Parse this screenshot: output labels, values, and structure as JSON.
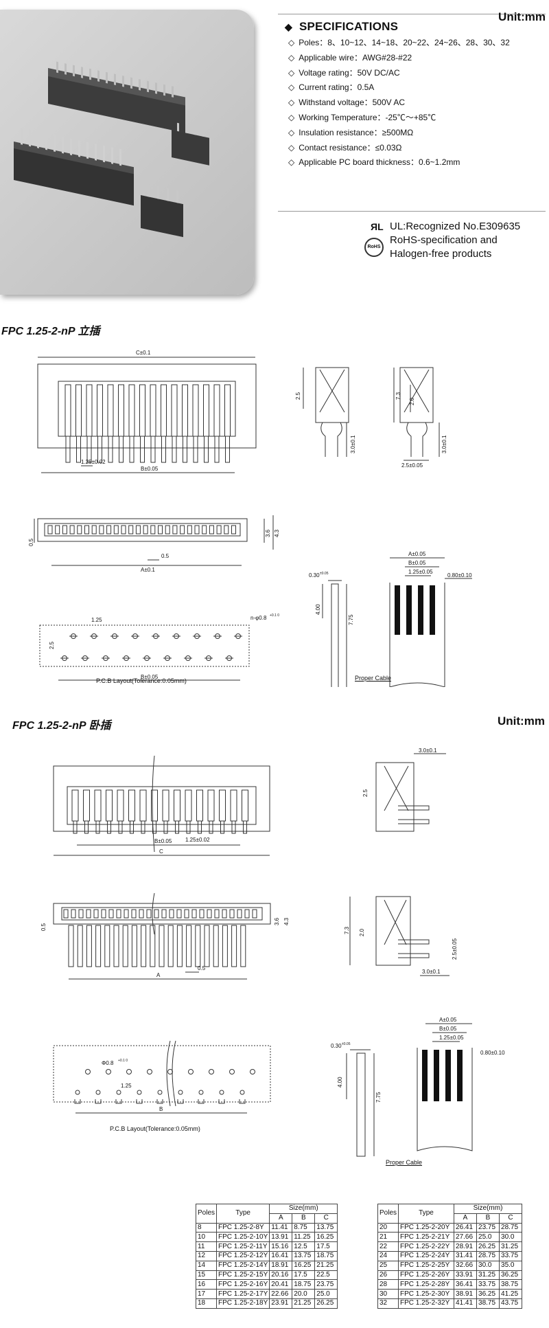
{
  "specs": {
    "title": "SPECIFICATIONS",
    "unit": "Unit:mm",
    "items": [
      "Poles：8、10~12、14~18、20~22、24~26、28、30、32",
      "Applicable wire：AWG#28-#22",
      "Voltage rating：50V DC/AC",
      "Current rating：0.5A",
      "Withstand voltage：500V AC",
      "Working Temperature：-25℃～+85℃",
      "Insulation resistance：≥500MΩ",
      "Contact resistance：≤0.03Ω",
      "Applicable PC board thickness：0.6~1.2mm"
    ]
  },
  "certs": {
    "ul_mark": "ЯL",
    "ul_text": "UL:Recognized No.E309635",
    "rohs_icon_label": "RoHS",
    "rohs_line1": "RoHS-specification and",
    "rohs_line2": "Halogen-free products"
  },
  "section1": {
    "title": "FPC 1.25-2-nP 立插",
    "dims": {
      "c": "C±0.1",
      "pitch": "1.25±0.02",
      "b": "B±0.05",
      "h1": "2.5",
      "h2": "3.0±0.1",
      "h3": "7.3",
      "h4": "2.0",
      "h5": "3.0±0.1",
      "w1": "2.5±0.05",
      "t1": "0.5",
      "t2": "3.6",
      "t3": "4.3",
      "t4": "0.5",
      "a": "A±0.1",
      "pcb_pitch": "1.25",
      "pcb_row": "2.5",
      "pcb_hole": "n-φ0.8",
      "pcb_hole_tol": "+0.1 0",
      "pcb_b": "B±0.05",
      "pcb_caption": "P.C.B Layout(Tolerance:0.05mm)",
      "cable_t": "0.30",
      "cable_t_tol": "±0.05",
      "cable_400": "4.00",
      "cable_775": "7.75",
      "cable_a": "A±0.05",
      "cable_b": "B±0.05",
      "cable_p": "1.25±0.05",
      "cable_w": "0.80±0.10",
      "cable_caption": "Proper Cable"
    }
  },
  "section2": {
    "title": "FPC 1.25-2-nP 卧插",
    "unit": "Unit:mm",
    "dims": {
      "top_w": "3.0±0.1",
      "h1": "2.5",
      "pitch": "1.25±0.02",
      "b": "B±0.05",
      "c": "C",
      "t1": "0.5",
      "t2": "3.6",
      "t3": "4.3",
      "h2": "7.3",
      "h3": "2.0",
      "h4": "2.5±0.05",
      "bot_w": "3.0±0.1",
      "a": "A",
      "t4": "0.5",
      "pcb_hole": "Φ0.8",
      "pcb_hole_tol": "+0.1 0",
      "pcb_pitch": "1.25",
      "pcb_b": "B",
      "pcb_caption": "P.C.B Layout(Tolerance:0.05mm)",
      "cable_t": "0.30",
      "cable_t_tol": "±0.05",
      "cable_400": "4.00",
      "cable_775": "7.75",
      "cable_a": "A±0.05",
      "cable_b": "B±0.05",
      "cable_p": "1.25±0.05",
      "cable_w": "0.80±0.10",
      "cable_caption": "Proper Cable"
    }
  },
  "table_left": {
    "h_poles": "Poles",
    "h_type": "Type",
    "h_size": "Size(mm)",
    "h_a": "A",
    "h_b": "B",
    "h_c": "C",
    "rows": [
      [
        "8",
        "FPC 1.25-2-8Y",
        "11.41",
        "8.75",
        "13.75"
      ],
      [
        "10",
        "FPC 1.25-2-10Y",
        "13.91",
        "11.25",
        "16.25"
      ],
      [
        "11",
        "FPC 1.25-2-11Y",
        "15.16",
        "12.5",
        "17.5"
      ],
      [
        "12",
        "FPC 1.25-2-12Y",
        "16.41",
        "13.75",
        "18.75"
      ],
      [
        "14",
        "FPC 1.25-2-14Y",
        "18.91",
        "16.25",
        "21.25"
      ],
      [
        "15",
        "FPC 1.25-2-15Y",
        "20.16",
        "17.5",
        "22.5"
      ],
      [
        "16",
        "FPC 1.25-2-16Y",
        "20.41",
        "18.75",
        "23.75"
      ],
      [
        "17",
        "FPC 1.25-2-17Y",
        "22.66",
        "20.0",
        "25.0"
      ],
      [
        "18",
        "FPC 1.25-2-18Y",
        "23.91",
        "21.25",
        "26.25"
      ]
    ]
  },
  "table_right": {
    "h_poles": "Poles",
    "h_type": "Type",
    "h_size": "Size(mm)",
    "h_a": "A",
    "h_b": "B",
    "h_c": "C",
    "rows": [
      [
        "20",
        "FPC 1.25-2-20Y",
        "26.41",
        "23.75",
        "28.75"
      ],
      [
        "21",
        "FPC 1.25-2-21Y",
        "27.66",
        "25.0",
        "30.0"
      ],
      [
        "22",
        "FPC 1.25-2-22Y",
        "28.91",
        "26.25",
        "31.25"
      ],
      [
        "24",
        "FPC 1.25-2-24Y",
        "31.41",
        "28.75",
        "33.75"
      ],
      [
        "25",
        "FPC 1.25-2-25Y",
        "32.66",
        "30.0",
        "35.0"
      ],
      [
        "26",
        "FPC 1.25-2-26Y",
        "33.91",
        "31.25",
        "36.25"
      ],
      [
        "28",
        "FPC 1.25-2-28Y",
        "36.41",
        "33.75",
        "38.75"
      ],
      [
        "30",
        "FPC 1.25-2-30Y",
        "38.91",
        "36.25",
        "41.25"
      ],
      [
        "32",
        "FPC 1.25-2-32Y",
        "41.41",
        "38.75",
        "43.75"
      ]
    ]
  }
}
